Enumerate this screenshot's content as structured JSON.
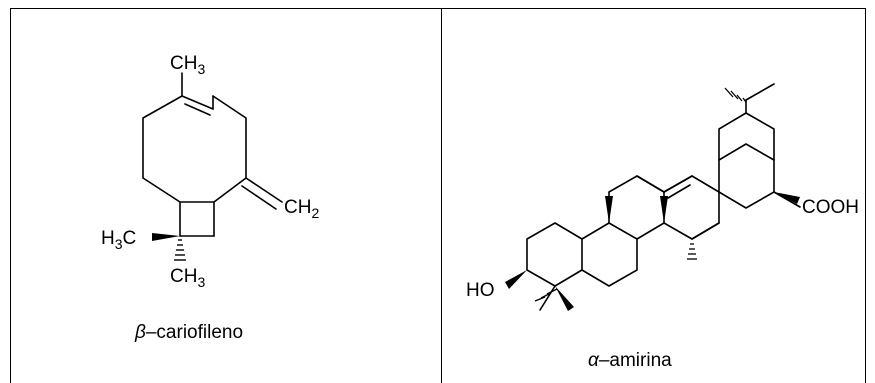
{
  "table": {
    "left": {
      "caption_symbol": "β",
      "caption_text": "–cariofileno",
      "labels": {
        "ch3_top": "CH",
        "ch3_top_sub": "3",
        "ch2": "CH",
        "ch2_sub": "2",
        "h3c": "H",
        "h3c_sub": "3",
        "h3c_c": "C",
        "ch3_bottom": "CH",
        "ch3_bottom_sub": "3"
      }
    },
    "right": {
      "caption_symbol": "α",
      "caption_text": "–amirina",
      "labels": {
        "cooh": "COOH",
        "ho": "HO"
      }
    }
  }
}
